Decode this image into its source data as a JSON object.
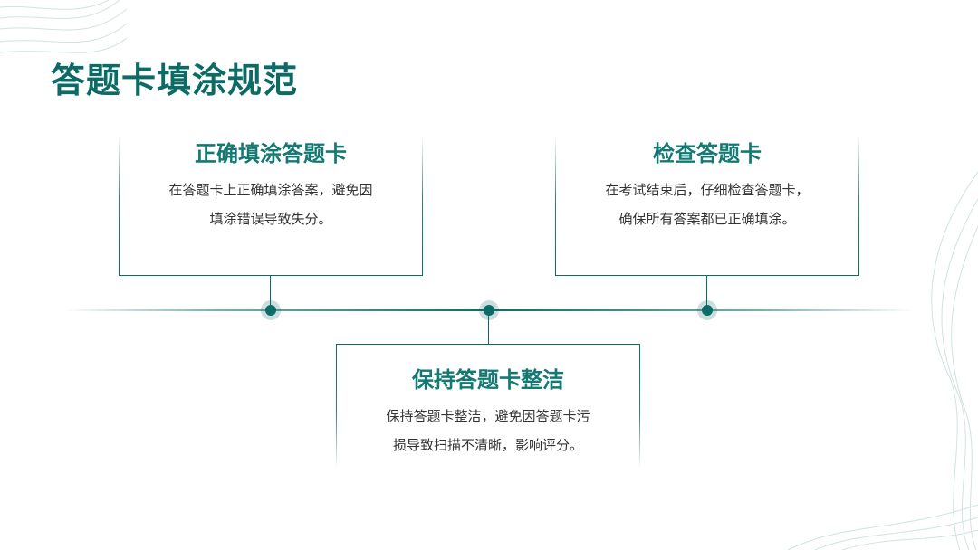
{
  "slide": {
    "title": "答题卡填涂规范",
    "accent_color": "#0d6b66",
    "text_color": "#333333"
  },
  "cards": [
    {
      "title": "正确填涂答题卡",
      "lines": [
        "在答题卡上正确填涂答案，避免因",
        "填涂错误导致失分。"
      ]
    },
    {
      "title": "检查答题卡",
      "lines": [
        "在考试结束后，仔细检查答题卡，",
        "确保所有答案都已正确填涂。"
      ]
    },
    {
      "title": "保持答题卡整洁",
      "lines": [
        "保持答题卡整洁，避免因答题卡污",
        "损导致扫描不清晰，影响评分。"
      ]
    }
  ]
}
